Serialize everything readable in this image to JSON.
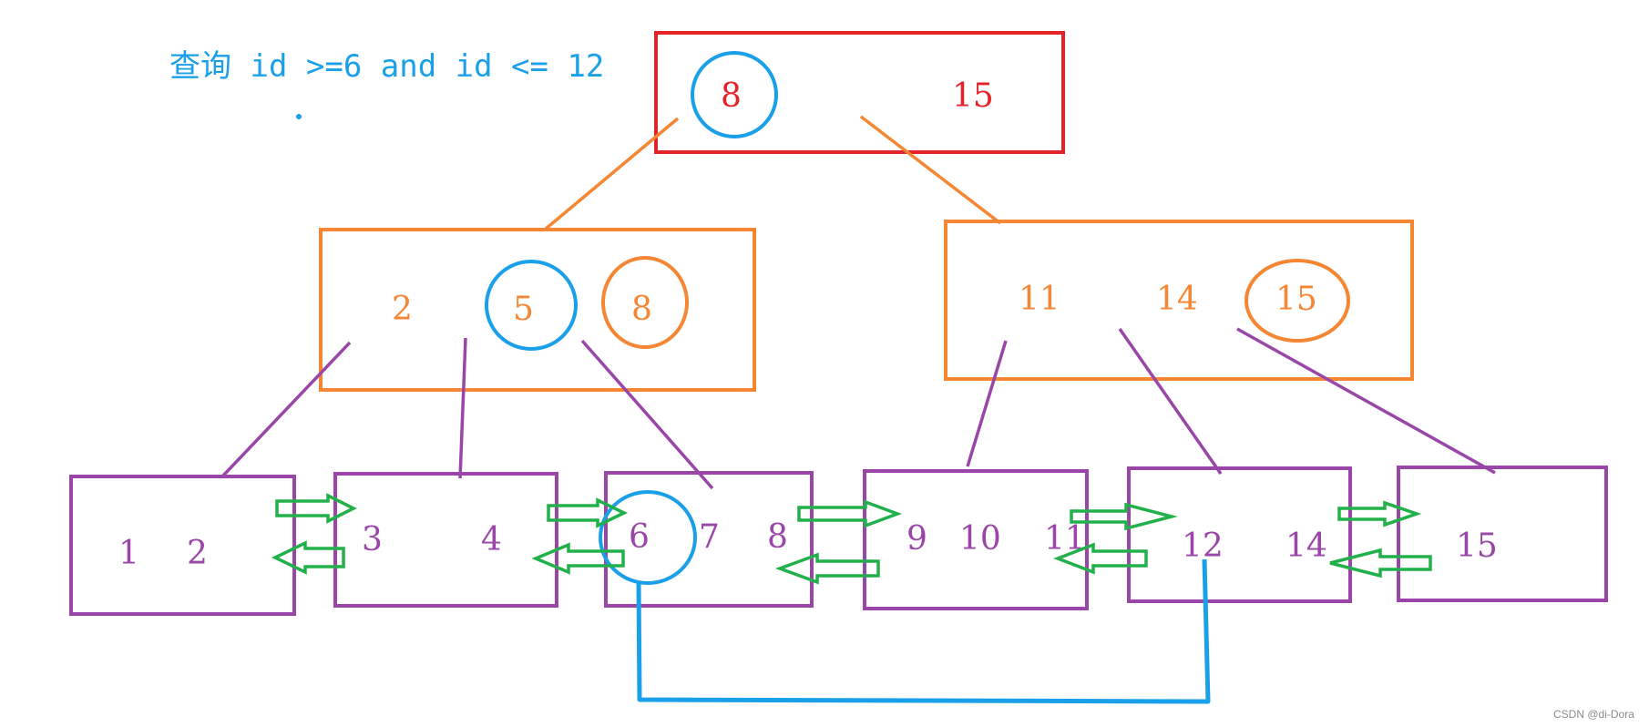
{
  "query": "查询 id >=6 and id <= 12",
  "watermark": "CSDN @di-Dora",
  "colors": {
    "root": "#e52227",
    "internal": "#f58634",
    "leaf": "#9a46a8",
    "highlight": "#1aa0e8",
    "arrow": "#22b04a"
  },
  "root": {
    "keys": [
      "8",
      "15"
    ]
  },
  "internal_left": {
    "keys": [
      "2",
      "5",
      "8"
    ]
  },
  "internal_right": {
    "keys": [
      "11",
      "14",
      "15"
    ]
  },
  "leaves": [
    {
      "keys": [
        "1",
        "2"
      ]
    },
    {
      "keys": [
        "3",
        "4"
      ]
    },
    {
      "keys": [
        "6",
        "7",
        "8"
      ]
    },
    {
      "keys": [
        "9",
        "10",
        "11"
      ]
    },
    {
      "keys": [
        "12",
        "14"
      ]
    },
    {
      "keys": [
        "15"
      ]
    }
  ]
}
